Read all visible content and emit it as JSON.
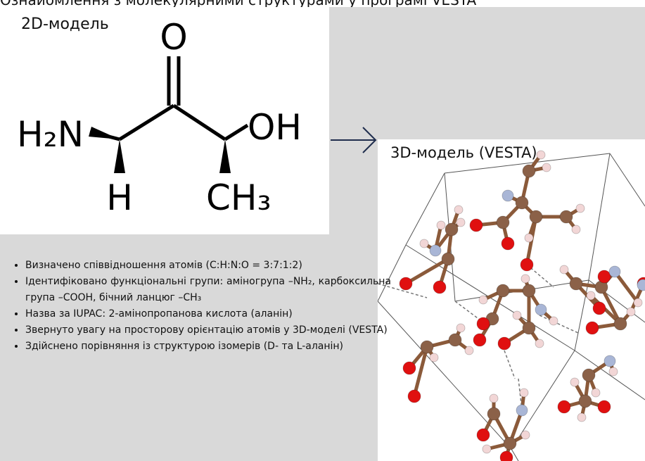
{
  "header": {
    "cut_title": "Ознайомлення з молекулярними структурами у програмі VESTA"
  },
  "model_2d": {
    "label": "2D-модель",
    "atoms": {
      "o": "O",
      "h2n": "H₂N",
      "oh": "OH",
      "h": "H",
      "ch3": "CH₃"
    }
  },
  "model_3d": {
    "label": "3D-модель (VESTA)",
    "atom_colors": {
      "carbon": "#8b6148",
      "oxygen": "#e01010",
      "nitrogen": "#a9b6d6",
      "hydrogen": "#f2d6d6",
      "bond": "#8b5a3a"
    }
  },
  "notes": [
    "Визначено співвідношення атомів (C:H:N:O = 3:7:1:2)",
    "Ідентифіковано функціональні групи: аміногрупа –NH₂, карбоксильна група –COOH, бічний ланцюг –CH₃",
    "Назва за IUPAC: 2-амінопропанова кислота (аланін)",
    "Звернуто увагу на просторову орієнтацію атомів у 3D-моделі (VESTA)",
    "Здійснено порівняння із структурою ізомерів  (D- та L-аланін)"
  ]
}
